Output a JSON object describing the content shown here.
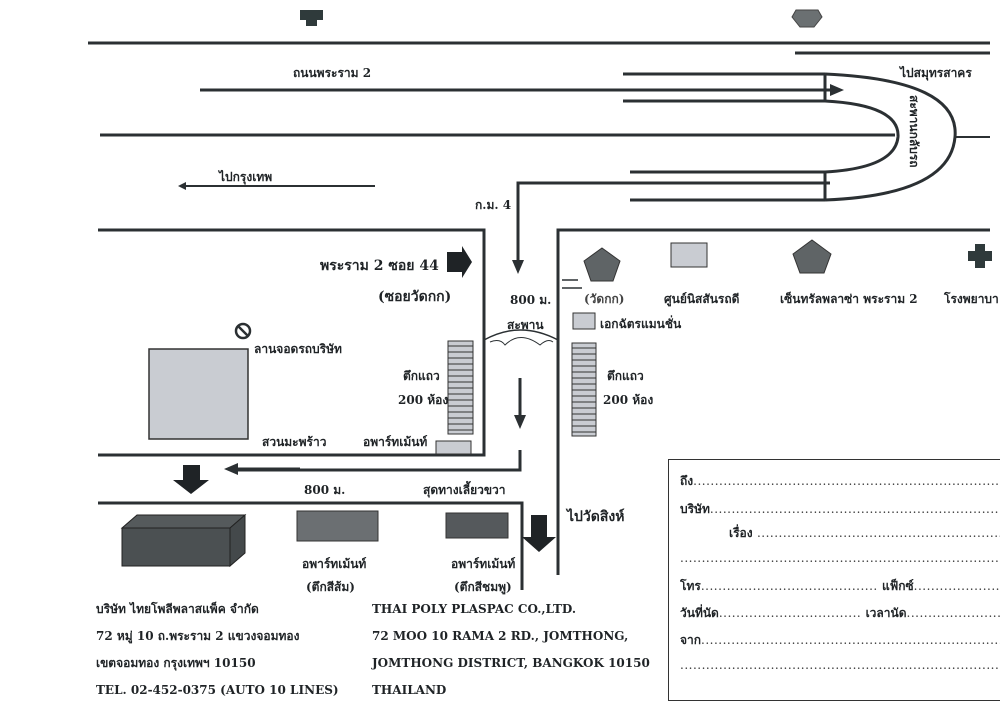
{
  "document": {
    "type": "company location map",
    "company_th": "บริษัท ไทยโพลีพลาสแพ็ค จำกัด"
  },
  "roads": {
    "rama2": "ถนนพระราม 2",
    "to_samutsakhon": "ไปสมุทรสาคร",
    "to_bangkok": "ไปกรุงเทพ",
    "u_turn_bridge": "สะพานกลับรถ",
    "km4": "ก.ม. 4",
    "soi44": "พระราม 2 ซอย 44",
    "soi_watkok": "(ซอยวัดกก)",
    "distance_1": "800 ม.",
    "bridge": "สะพาน",
    "distance_2": "800 ม.",
    "end_turn_right": "สุดทางเลี้ยวขวา",
    "to_wat_sing": "ไปวัดสิงห์"
  },
  "landmarks": {
    "wat_kok": "(วัดกก)",
    "nissan_center": "ศูนย์นิสสันรถดี",
    "central_plaza": "เซ็นทรัลพลาซ่า พระราม 2",
    "hospital": "โรงพยาบา",
    "ekachai_mansion": "เอกฉัตรแมนชั่น",
    "company_parking": "ลานจอดรถบริษัท",
    "coconut_garden": "สวนมะพร้าว",
    "shophouse_left": [
      "ตึกแถว",
      "200 ห้อง"
    ],
    "shophouse_right": [
      "ตึกแถว",
      "200 ห้อง"
    ],
    "apartment_small": "อพาร์ทเม้นท์",
    "apartment_orange": [
      "อพาร์ทเม้นท์",
      "(ตึกสีส้ม)"
    ],
    "apartment_pink": [
      "อพาร์ทเม้นท์",
      "(ตึกสีชมพู)"
    ]
  },
  "address_th": [
    "บริษัท ไทยโพลีพลาสแพ็ค จำกัด",
    "72 หมู่ 10 ถ.พระราม 2 แขวงจอมทอง",
    "เขตจอมทอง กรุงเทพฯ  10150",
    "TEL. 02-452-0375 (AUTO 10 LINES)"
  ],
  "address_en": [
    "THAI POLY PLASPAC CO.,LTD.",
    "72 MOO 10 RAMA 2 RD., JOMTHONG,",
    "JOMTHONG DISTRICT, BANGKOK 10150",
    "THAILAND"
  ],
  "form": {
    "to": "ถึง",
    "company": "บริษัท",
    "subject": "เรื่อง",
    "tel": "โทร",
    "fax": "แฟ็กซ์",
    "appointment_date": "วันที่นัด",
    "appointment_time": "เวลานัด",
    "from": "จาก"
  },
  "colors": {
    "ink": "#2b3033",
    "light_fill": "#c9ccd2",
    "mid_fill": "#6b6f72",
    "dark_fill": "#3c4245"
  }
}
